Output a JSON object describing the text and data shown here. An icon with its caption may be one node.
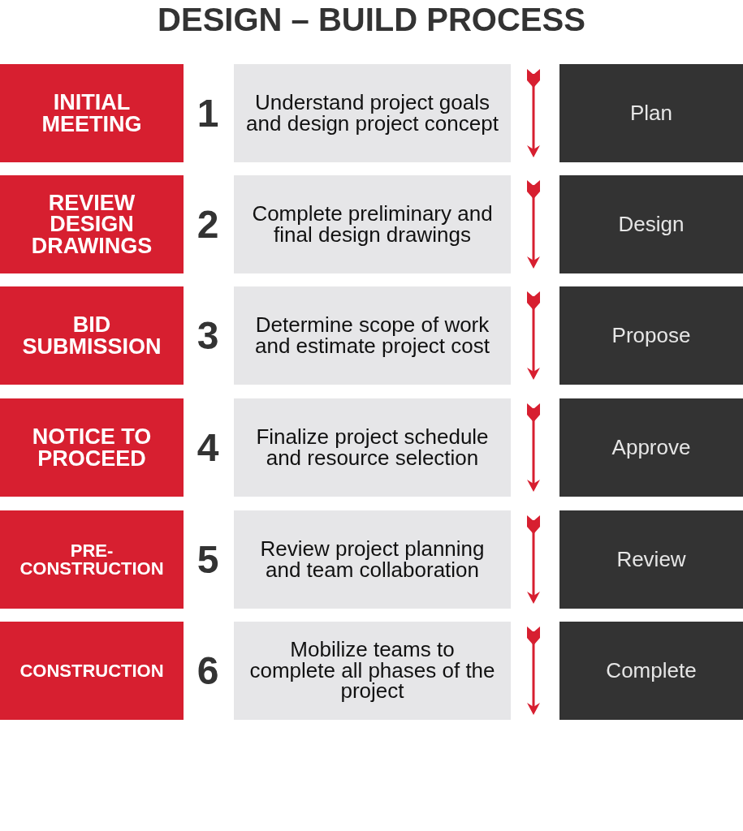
{
  "diagram": {
    "title": "DESIGN – BUILD PROCESS",
    "nodes": [
      {
        "text": [
          "INITIAL MEETING"
        ]
      },
      {
        "text": [
          "Understand project goals and design project concept"
        ]
      },
      {
        "text": [
          "Plan"
        ]
      },
      {
        "text": [
          "REVIEW DESIGN DRAWINGS"
        ]
      },
      {
        "text": [
          "Complete preliminary and final design drawings"
        ]
      },
      {
        "text": [
          "Design"
        ]
      },
      {
        "text": [
          "BID SUBMISSION"
        ]
      },
      {
        "text": [
          "Determine scope of work and estimate project cost"
        ]
      },
      {
        "text": [
          "Propose"
        ]
      },
      {
        "text": [
          "NOTICE TO PROCEED"
        ]
      },
      {
        "text": [
          "Finalize project schedule and resource selection"
        ]
      },
      {
        "text": [
          "Approve"
        ]
      },
      {
        "text": [
          "PRE-CONSTRUCTION"
        ]
      },
      {
        "text": [
          "Review project planning and team collaboration"
        ]
      },
      {
        "text": [
          "Review"
        ]
      },
      {
        "text": [
          "CONSTRUCTION"
        ]
      },
      {
        "text": [
          "Mobilize teams to complete all phases of the project"
        ]
      },
      {
        "text": [
          "Complete"
        ]
      }
    ],
    "labels": [
      "1",
      "2",
      "3",
      "4",
      "5",
      "6"
    ]
  }
}
